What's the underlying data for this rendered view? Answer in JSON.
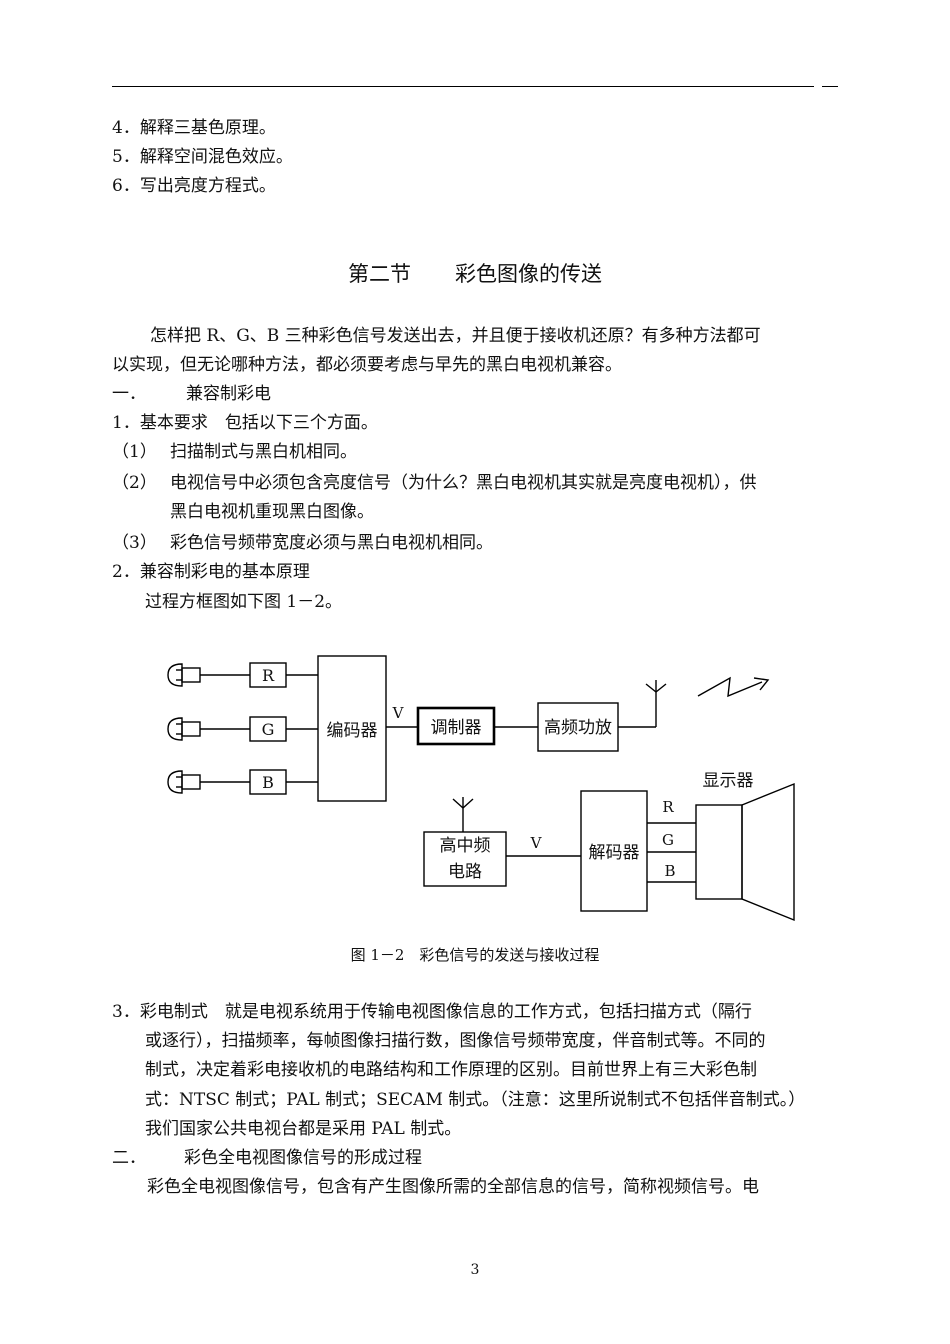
{
  "review_items": [
    "4．解释三基色原理。",
    "5．解释空间混色效应。",
    "6．写出亮度方程式。"
  ],
  "section": {
    "number": "第二节",
    "title": "彩色图像的传送"
  },
  "intro": [
    "怎样把 R、G、B 三种彩色信号发送出去，并且便于接收机还原？有多种方法都可",
    "以实现，但无论哪种方法，都必须要考虑与早先的黑白电视机兼容。"
  ],
  "heading1": {
    "num": "一．",
    "text": "兼容制彩电"
  },
  "req_title": "1．基本要求　包括以下三个方面。",
  "req_items": [
    {
      "num": "（1）",
      "lines": [
        "扫描制式与黑白机相同。"
      ]
    },
    {
      "num": "（2）",
      "lines": [
        "电视信号中必须包含亮度信号（为什么？黑白电视机其实就是亮度电视机），供",
        "黑白电视机重现黑白图像。"
      ]
    },
    {
      "num": "（3）",
      "lines": [
        "彩色信号频带宽度必须与黑白电视机相同。"
      ]
    }
  ],
  "principle_title": "2．兼容制彩电的基本原理",
  "principle_line": "过程方框图如下图 1－2。",
  "diagram": {
    "r": "R",
    "g": "G",
    "b": "B",
    "encoder": "编码器",
    "v1": "V",
    "modulator": "调制器",
    "rf_amp": "高频功放",
    "display": "显示器",
    "tuner_line1": "高中频",
    "tuner_line2": "电路",
    "v2": "V",
    "decoder": "解码器",
    "r2": "R",
    "g2": "G",
    "b2": "B"
  },
  "caption": "图 1－2　彩色信号的发送与接收过程",
  "system_para": [
    "3．彩电制式　就是电视系统用于传输电视图像信息的工作方式，包括扫描方式（隔行",
    "或逐行），扫描频率，每帧图像扫描行数，图像信号频带宽度，伴音制式等。不同的",
    "制式，决定着彩电接收机的电路结构和工作原理的区别。目前世界上有三大彩色制",
    "式：NTSC 制式；PAL 制式；SECAM 制式。（注意：这里所说制式不包括伴音制式。）",
    "我们国家公共电视台都是采用 PAL 制式。"
  ],
  "heading2": {
    "num": "二．",
    "text": "彩色全电视图像信号的形成过程"
  },
  "last_line": "彩色全电视图像信号，包含有产生图像所需的全部信息的信号，简称视频信号。电",
  "page_number": "3"
}
